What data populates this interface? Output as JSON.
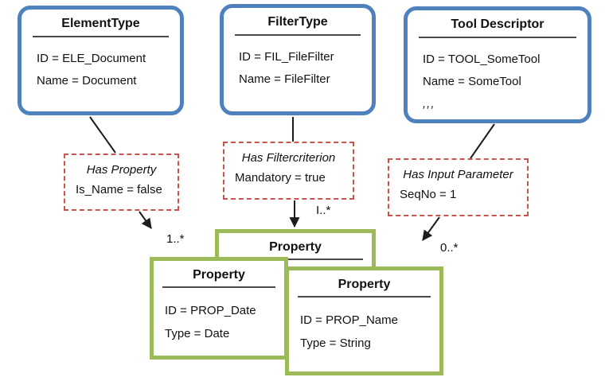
{
  "diagram": {
    "colors": {
      "entity_border": "#4f81bd",
      "relation_border": "#c9544e",
      "property_border": "#9bbb59",
      "connector": "#1c1c1c",
      "title_rule": "#4a4a4a"
    },
    "entities": [
      {
        "title": "ElementType",
        "attributes": [
          "ID = ELE_Document",
          "Name = Document"
        ]
      },
      {
        "title": "FilterType",
        "attributes": [
          "ID = FIL_FileFilter",
          "Name = FileFilter"
        ]
      },
      {
        "title": "Tool Descriptor",
        "attributes": [
          "ID = TOOL_SomeTool",
          "Name = SomeTool"
        ],
        "ellipsis": ",,,"
      }
    ],
    "relations": [
      {
        "title": "Has Property",
        "attribute": "Is_Name = false",
        "multiplicity": "1..*"
      },
      {
        "title": "Has Filtercriterion",
        "attribute": "Mandatory = true",
        "multiplicity": "I..*"
      },
      {
        "title": "Has Input Parameter",
        "attribute": "SeqNo = 1",
        "multiplicity": "0..*"
      }
    ],
    "properties": [
      {
        "title": "Property"
      },
      {
        "title": "Property",
        "attributes": [
          "ID = PROP_Date",
          "Type = Date"
        ]
      },
      {
        "title": "Property",
        "attributes": [
          "ID = PROP_Name",
          "Type = String"
        ]
      }
    ]
  }
}
